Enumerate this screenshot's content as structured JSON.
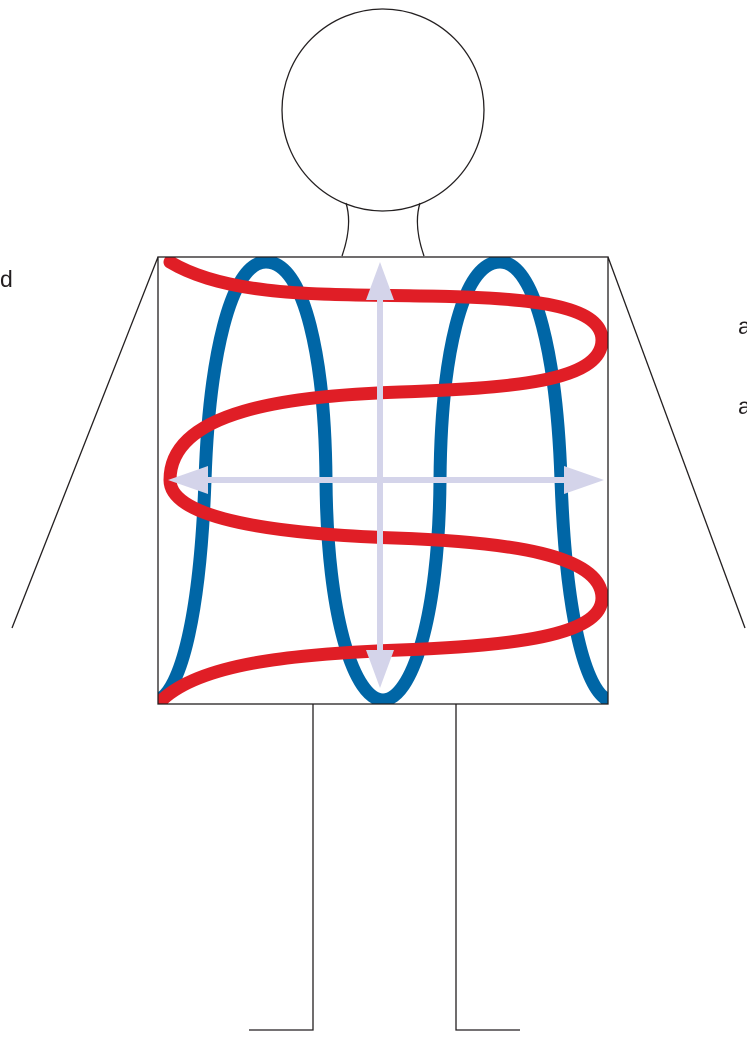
{
  "figure": {
    "colors": {
      "outline": "#231f20",
      "vertical_loops": "#0066a6",
      "helix": "#e01e26",
      "axis_arrows": "#d4d4ea",
      "background": "#ffffff"
    },
    "labels": {
      "left_1": "d",
      "right_1": "a",
      "right_2": "a"
    }
  }
}
